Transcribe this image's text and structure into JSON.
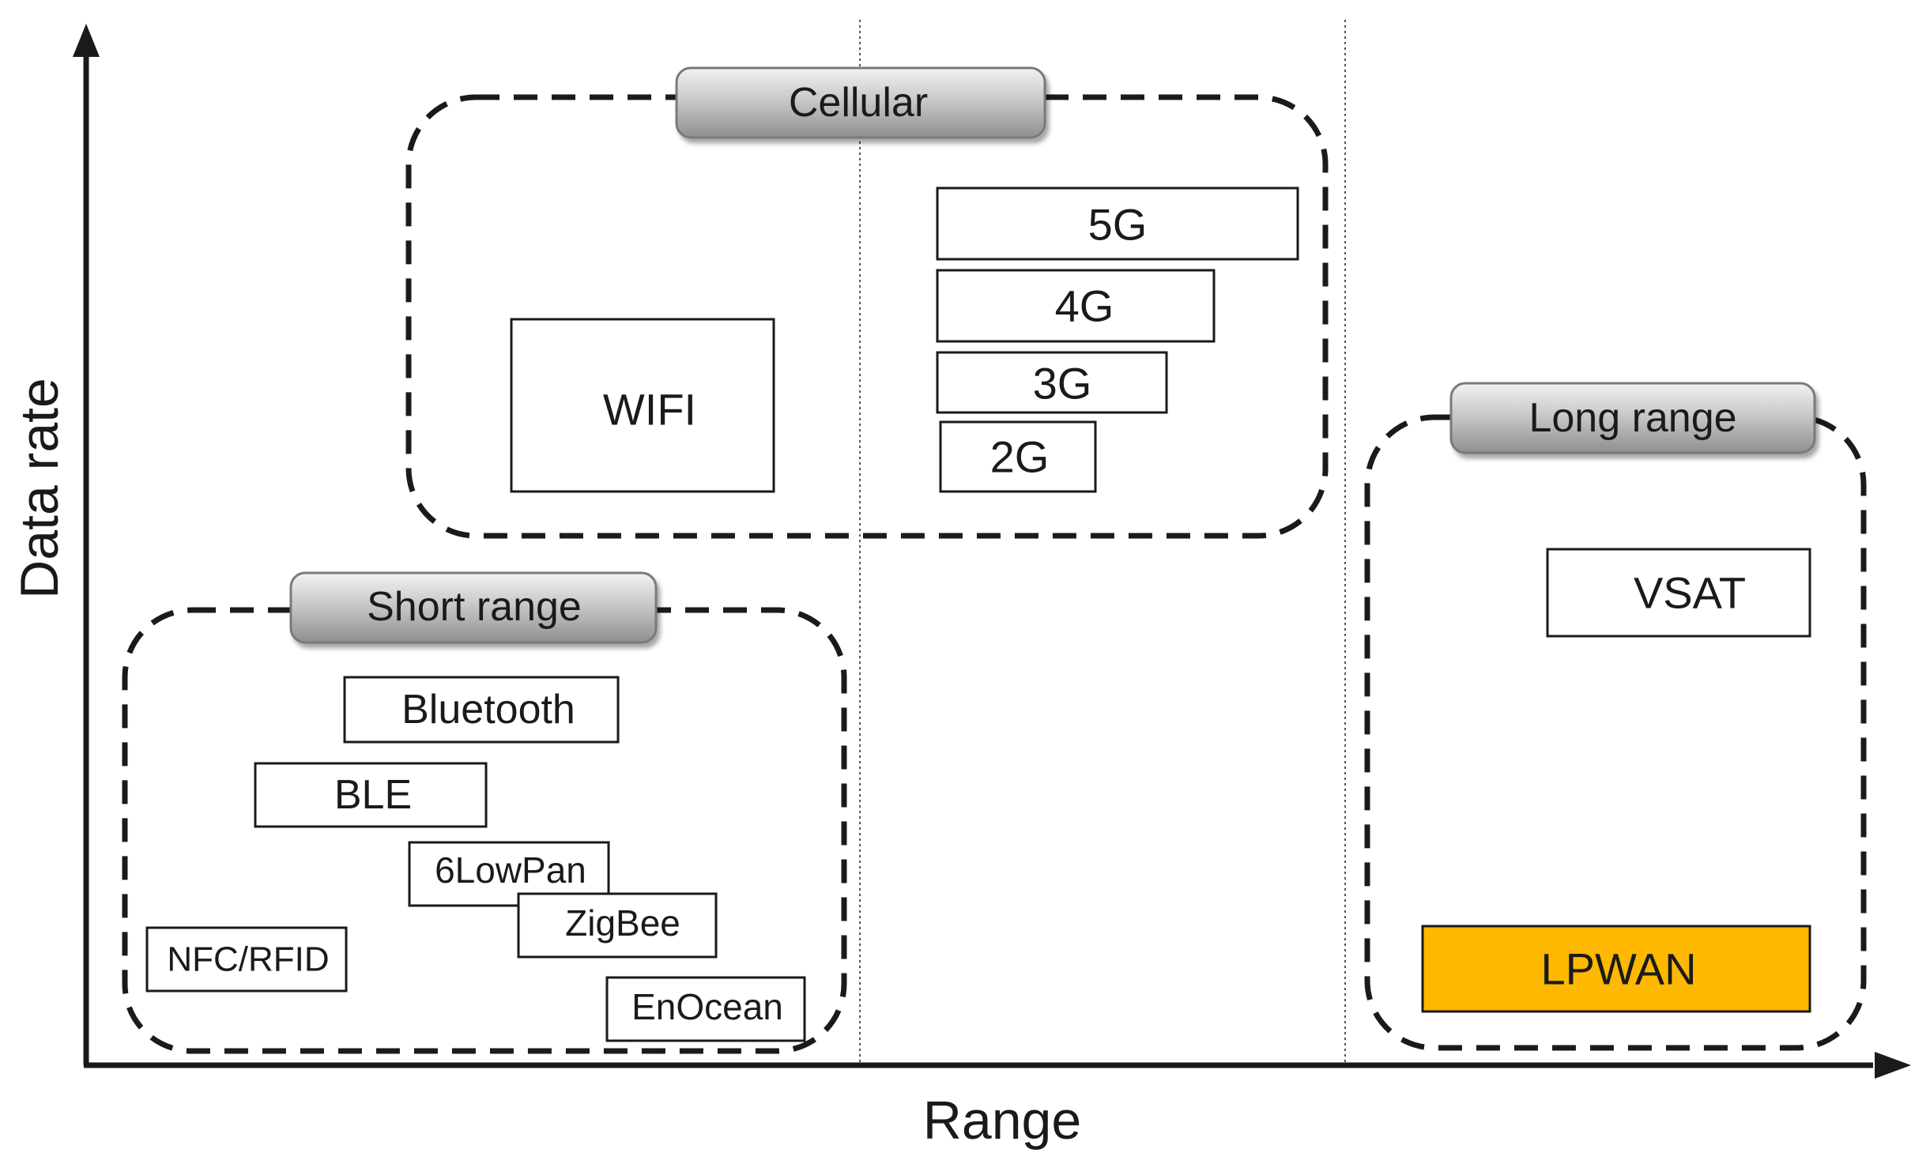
{
  "axes": {
    "x_label": "Range",
    "y_label": "Data rate"
  },
  "groups": {
    "cellular": "Cellular",
    "short_range": "Short range",
    "long_range": "Long range"
  },
  "technologies": {
    "wifi": "WIFI",
    "g5": "5G",
    "g4": "4G",
    "g3": "3G",
    "g2": "2G",
    "bluetooth": "Bluetooth",
    "ble": "BLE",
    "lowpan": "6LowPan",
    "zigbee": "ZigBee",
    "nfc": "NFC/RFID",
    "enocean": "EnOcean",
    "vsat": "VSAT",
    "lpwan": "LPWAN"
  },
  "colors": {
    "highlight": "#FFB800",
    "group_label_fill": "#b5b5b5",
    "stroke": "#1a1a1a"
  }
}
